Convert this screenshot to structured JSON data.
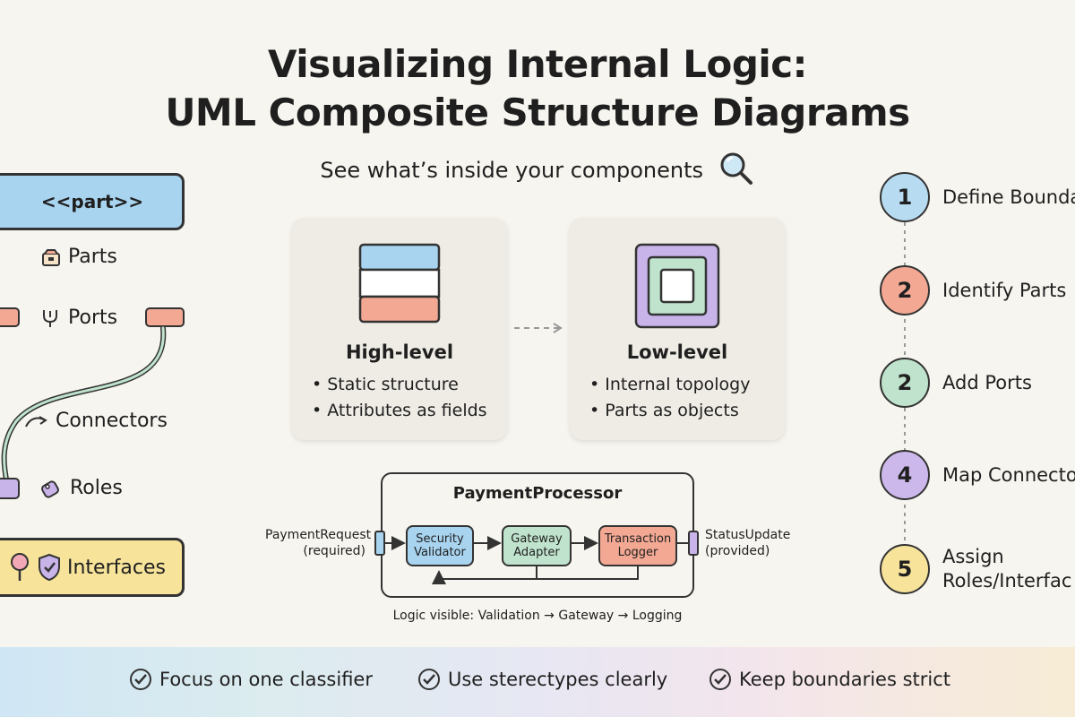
{
  "title": {
    "line1": "Visualizing Internal Logic:",
    "line2": "UML Composite Structure Diagrams"
  },
  "subtitle": "See what’s inside your components",
  "legend": {
    "part_box": "<<part>>",
    "parts": "Parts",
    "ports": "Ports",
    "connectors": "Connectors",
    "roles": "Roles",
    "interfaces": "Interfaces"
  },
  "cards": [
    {
      "title": "High-level",
      "bullets": [
        "Static structure",
        "Attributes as fields"
      ]
    },
    {
      "title": "Low-level",
      "bullets": [
        "Internal topology",
        "Parts as objects"
      ]
    }
  ],
  "processor": {
    "title": "PaymentProcessor",
    "input_label_1": "PaymentRequest",
    "input_label_2": "(required)",
    "output_label_1": "StatusUpdate",
    "output_label_2": "(provided)",
    "boxes": [
      {
        "line1": "Security",
        "line2": "Validator",
        "color": "#a8d4ef"
      },
      {
        "line1": "Gateway",
        "line2": "Adapter",
        "color": "#bfe3cc"
      },
      {
        "line1": "Transaction",
        "line2": "Logger",
        "color": "#f2a893"
      }
    ],
    "caption": "Logic visible: Validation → Gateway → Logging"
  },
  "steps": [
    {
      "num": "1",
      "label": "Define Bounda",
      "color": "#b7dcf1"
    },
    {
      "num": "2",
      "label": "Identify Parts",
      "color": "#f2a893"
    },
    {
      "num": "2",
      "label": "Add Ports",
      "color": "#bfe3cc"
    },
    {
      "num": "4",
      "label": "Map Connecto",
      "color": "#cdb8ec"
    },
    {
      "num": "5",
      "label": "Assign",
      "label2": "Roles/Interfac",
      "color": "#f7e39a"
    }
  ],
  "tips": [
    "Focus on one classifier",
    "Use sterectypes clearly",
    "Keep boundaries strict"
  ],
  "colors": {
    "background": "#f7f5ef",
    "blue": "#a8d4ef",
    "green": "#bfe3cc",
    "salmon": "#f2a893",
    "purple": "#c9b4ea",
    "yellow": "#f7e39a"
  }
}
